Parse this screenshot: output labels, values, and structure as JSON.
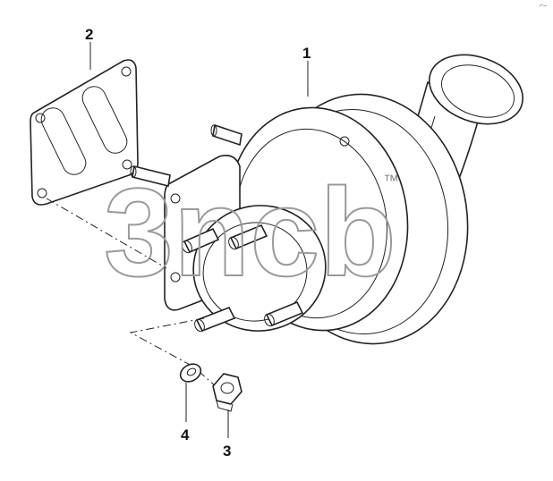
{
  "diagram": {
    "callouts": [
      {
        "id": "1",
        "label": "1"
      },
      {
        "id": "2",
        "label": "2"
      },
      {
        "id": "3",
        "label": "3"
      },
      {
        "id": "4",
        "label": "4"
      }
    ],
    "watermark": {
      "text": "3ncb",
      "trademark": "™"
    },
    "corner_mark": "⌐–"
  }
}
